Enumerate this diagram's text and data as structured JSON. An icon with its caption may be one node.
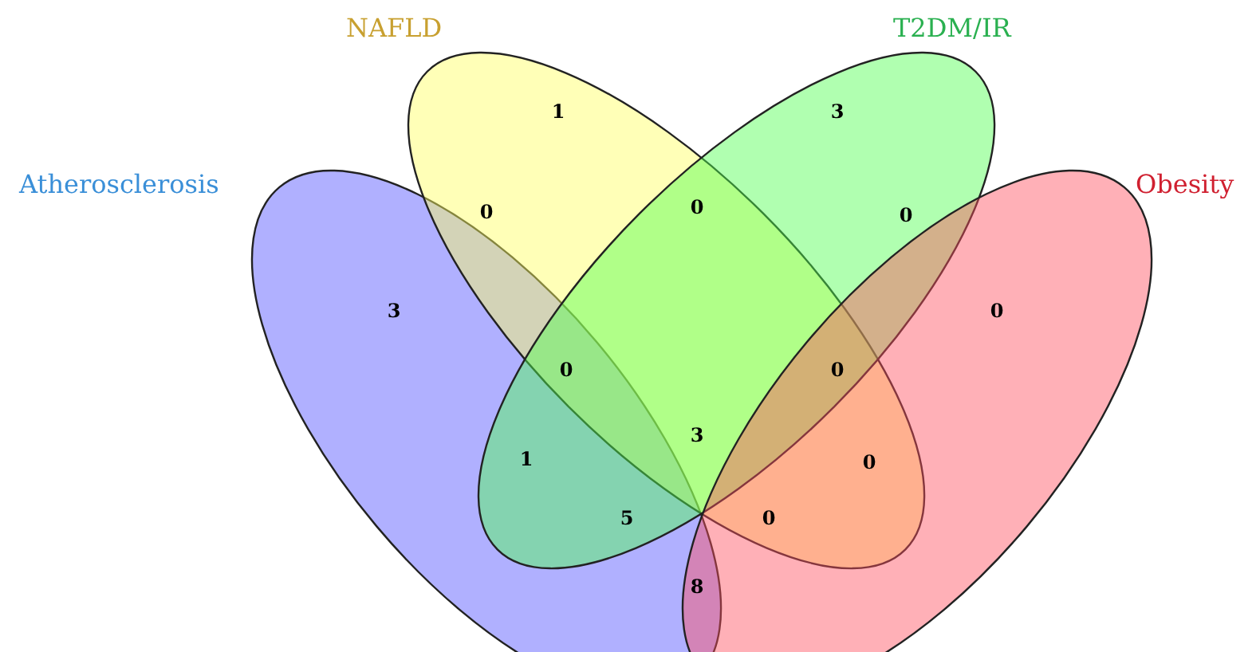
{
  "diagram": {
    "nodes": [
      {
        "text": [
          "Atherosclerosis"
        ]
      },
      {
        "text": [
          "NAFLD"
        ]
      },
      {
        "text": [
          "T2DM/IR"
        ]
      },
      {
        "text": [
          "Obesity"
        ]
      }
    ],
    "labels": [
      "1",
      "3",
      "0",
      "0",
      "0",
      "3",
      "0",
      "0",
      "0",
      "1",
      "3",
      "0",
      "5",
      "0",
      "8"
    ]
  }
}
